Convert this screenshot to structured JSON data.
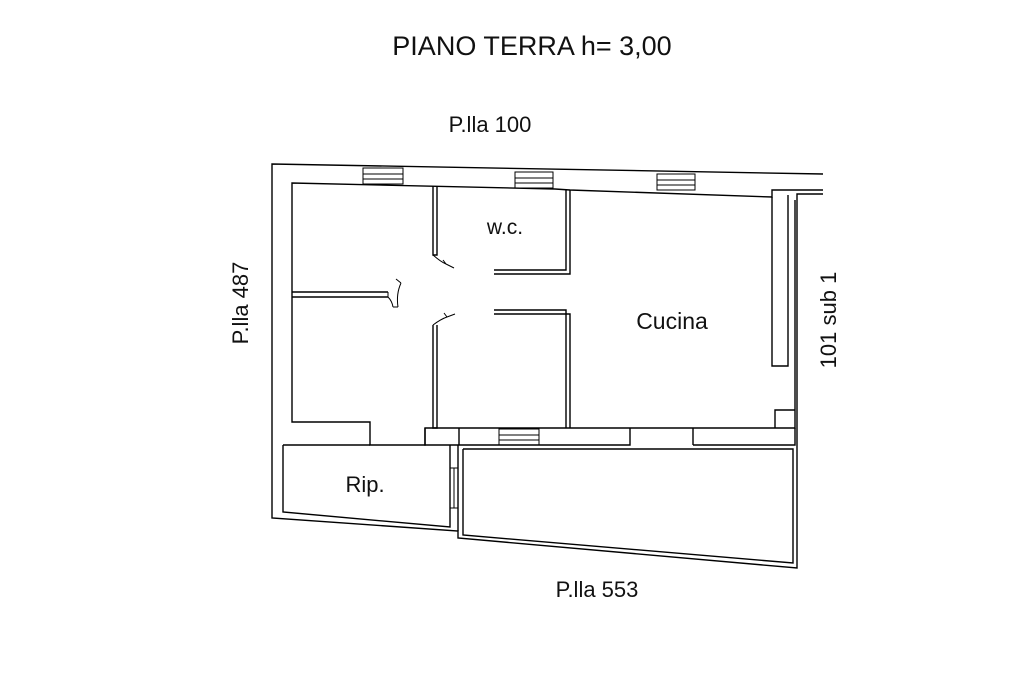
{
  "title": "PIANO TERRA h= 3,00",
  "boundaries": {
    "north": "P.lla 100",
    "west": "P.lla 487",
    "east": "101 sub 1",
    "south": "P.lla 553"
  },
  "rooms": {
    "wc": "w.c.",
    "kitchen": "Cucina",
    "storage": "Rip."
  }
}
